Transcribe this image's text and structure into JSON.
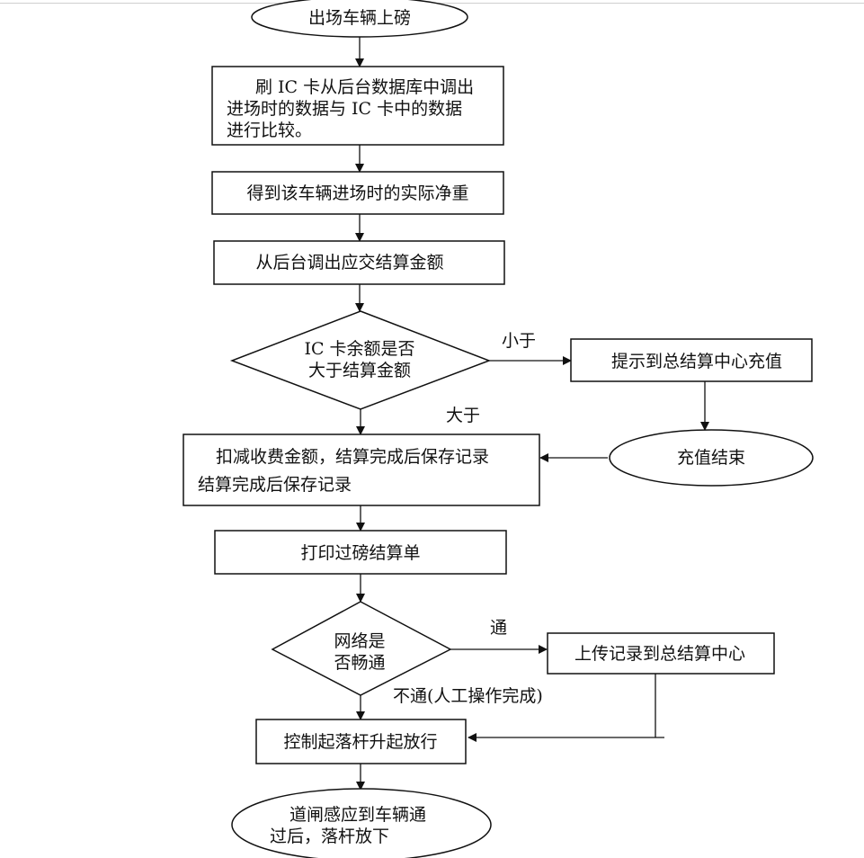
{
  "nodes": {
    "start": {
      "lines": [
        "出场车辆上磅"
      ]
    },
    "swipe_ic": {
      "lines": [
        "刷 IC 卡从后台数据库中调出",
        "进场时的数据与 IC 卡中的数据",
        "进行比较。"
      ]
    },
    "net_weight": {
      "lines": [
        "得到该车辆进场时的实际净重"
      ]
    },
    "fetch_amount": {
      "lines": [
        "从后台调出应交结算金额"
      ]
    },
    "balance_check": {
      "lines": [
        "IC 卡余额是否",
        "大于结算金额"
      ]
    },
    "prompt_recharge": {
      "lines": [
        "提示到总结算中心充值"
      ]
    },
    "recharge_end": {
      "lines": [
        "充值结束"
      ]
    },
    "deduct": {
      "lines": [
        "扣减收费金额，结算完成后保存记录",
        "结算完成后保存记录"
      ]
    },
    "print": {
      "lines": [
        "打印过磅结算单"
      ]
    },
    "network_check": {
      "lines": [
        "网络是",
        "否畅通"
      ]
    },
    "upload": {
      "lines": [
        "上传记录到总结算中心"
      ]
    },
    "gate_raise": {
      "lines": [
        "控制起落杆升起放行"
      ]
    },
    "end": {
      "lines": [
        "道闸感应到车辆通",
        "过后，落杆放下"
      ]
    }
  },
  "edge_labels": {
    "less_than": "小于",
    "greater_than": "大于",
    "connected": "通",
    "not_connected": "不通(人工操作完成)"
  }
}
